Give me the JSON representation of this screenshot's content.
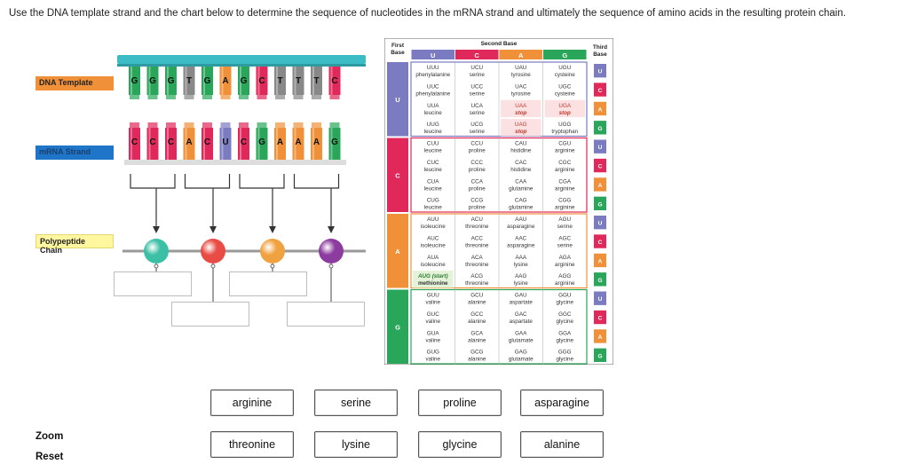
{
  "instruction": "Use the DNA template strand and the chart below to determine the sequence of nucleotides in the mRNA strand and ultimately the sequence of amino acids in the resulting protein chain.",
  "labels": {
    "dna": "DNA Template",
    "mrna": "mRNA Strand",
    "polypeptide": "Polypeptide Chain"
  },
  "dna_bases": [
    "G",
    "G",
    "G",
    "T",
    "G",
    "A",
    "G",
    "C",
    "T",
    "T",
    "T",
    "C"
  ],
  "mrna_bases": [
    "C",
    "C",
    "C",
    "A",
    "C",
    "U",
    "C",
    "G",
    "A",
    "A",
    "A",
    "G"
  ],
  "codon_table": {
    "first_base_header": "First Base",
    "second_base_header": "Second Base",
    "third_base_header": "Third Base",
    "second_bases": [
      "U",
      "C",
      "A",
      "G"
    ],
    "first_bases": [
      "U",
      "C",
      "A",
      "G"
    ],
    "third_bases": [
      "U",
      "C",
      "A",
      "G",
      "U",
      "C",
      "A",
      "G",
      "U",
      "C",
      "A",
      "G",
      "U",
      "C",
      "A",
      "G"
    ],
    "rows": [
      [
        [
          "UUU",
          "phenylalanine"
        ],
        [
          "UCU",
          "serine"
        ],
        [
          "UAU",
          "tyrosine"
        ],
        [
          "UGU",
          "cysteine"
        ]
      ],
      [
        [
          "UUC",
          "phenylalanine"
        ],
        [
          "UCC",
          "serine"
        ],
        [
          "UAC",
          "tyrosine"
        ],
        [
          "UGC",
          "cysteine"
        ]
      ],
      [
        [
          "UUA",
          "leucine"
        ],
        [
          "UCA",
          "serine"
        ],
        [
          "UAA",
          "stop"
        ],
        [
          "UGA",
          "stop"
        ]
      ],
      [
        [
          "UUG",
          "leucine"
        ],
        [
          "UCG",
          "serine"
        ],
        [
          "UAG",
          "stop"
        ],
        [
          "UGG",
          "tryptophan"
        ]
      ],
      [
        [
          "CUU",
          "leucine"
        ],
        [
          "CCU",
          "proline"
        ],
        [
          "CAU",
          "histidine"
        ],
        [
          "CGU",
          "arginine"
        ]
      ],
      [
        [
          "CUC",
          "leucine"
        ],
        [
          "CCC",
          "proline"
        ],
        [
          "CAC",
          "histidine"
        ],
        [
          "CGC",
          "arginine"
        ]
      ],
      [
        [
          "CUA",
          "leucine"
        ],
        [
          "CCA",
          "proline"
        ],
        [
          "CAA",
          "glutamine"
        ],
        [
          "CGA",
          "arginine"
        ]
      ],
      [
        [
          "CUG",
          "leucine"
        ],
        [
          "CCG",
          "proline"
        ],
        [
          "CAG",
          "glutamine"
        ],
        [
          "CGG",
          "arginine"
        ]
      ],
      [
        [
          "AUU",
          "isoleucine"
        ],
        [
          "ACU",
          "threonine"
        ],
        [
          "AAU",
          "asparagine"
        ],
        [
          "AGU",
          "serine"
        ]
      ],
      [
        [
          "AUC",
          "isoleucine"
        ],
        [
          "ACC",
          "threonine"
        ],
        [
          "AAC",
          "asparagine"
        ],
        [
          "AGC",
          "serine"
        ]
      ],
      [
        [
          "AUA",
          "isoleucine"
        ],
        [
          "ACA",
          "threonine"
        ],
        [
          "AAA",
          "lysine"
        ],
        [
          "AGA",
          "arginine"
        ]
      ],
      [
        [
          "AUG (start)",
          "methionine"
        ],
        [
          "ACG",
          "threonine"
        ],
        [
          "AAG",
          "lysine"
        ],
        [
          "AGG",
          "arginine"
        ]
      ],
      [
        [
          "GUU",
          "valine"
        ],
        [
          "GCU",
          "alanine"
        ],
        [
          "GAU",
          "aspartate"
        ],
        [
          "GGU",
          "glycine"
        ]
      ],
      [
        [
          "GUC",
          "valine"
        ],
        [
          "GCC",
          "alanine"
        ],
        [
          "GAC",
          "aspartate"
        ],
        [
          "GGC",
          "glycine"
        ]
      ],
      [
        [
          "GUA",
          "valine"
        ],
        [
          "GCA",
          "alanine"
        ],
        [
          "GAA",
          "glutamate"
        ],
        [
          "GGA",
          "glycine"
        ]
      ],
      [
        [
          "GUG",
          "valine"
        ],
        [
          "GCG",
          "alanine"
        ],
        [
          "GAG",
          "glutamate"
        ],
        [
          "GGG",
          "glycine"
        ]
      ]
    ]
  },
  "answer_tiles": [
    "arginine",
    "serine",
    "proline",
    "asparagine",
    "threonine",
    "lysine",
    "glycine",
    "alanine"
  ],
  "controls": {
    "zoom": "Zoom",
    "reset": "Reset"
  },
  "colors": {
    "U": "#7a7bc0",
    "C": "#e0285a",
    "A": "#f0913a",
    "G": "#2aa65a",
    "dna_bar": "#3cbcc4",
    "amino_acids": [
      "#3bbfa5",
      "#e84c45",
      "#f0a240",
      "#8c3b9e"
    ]
  }
}
